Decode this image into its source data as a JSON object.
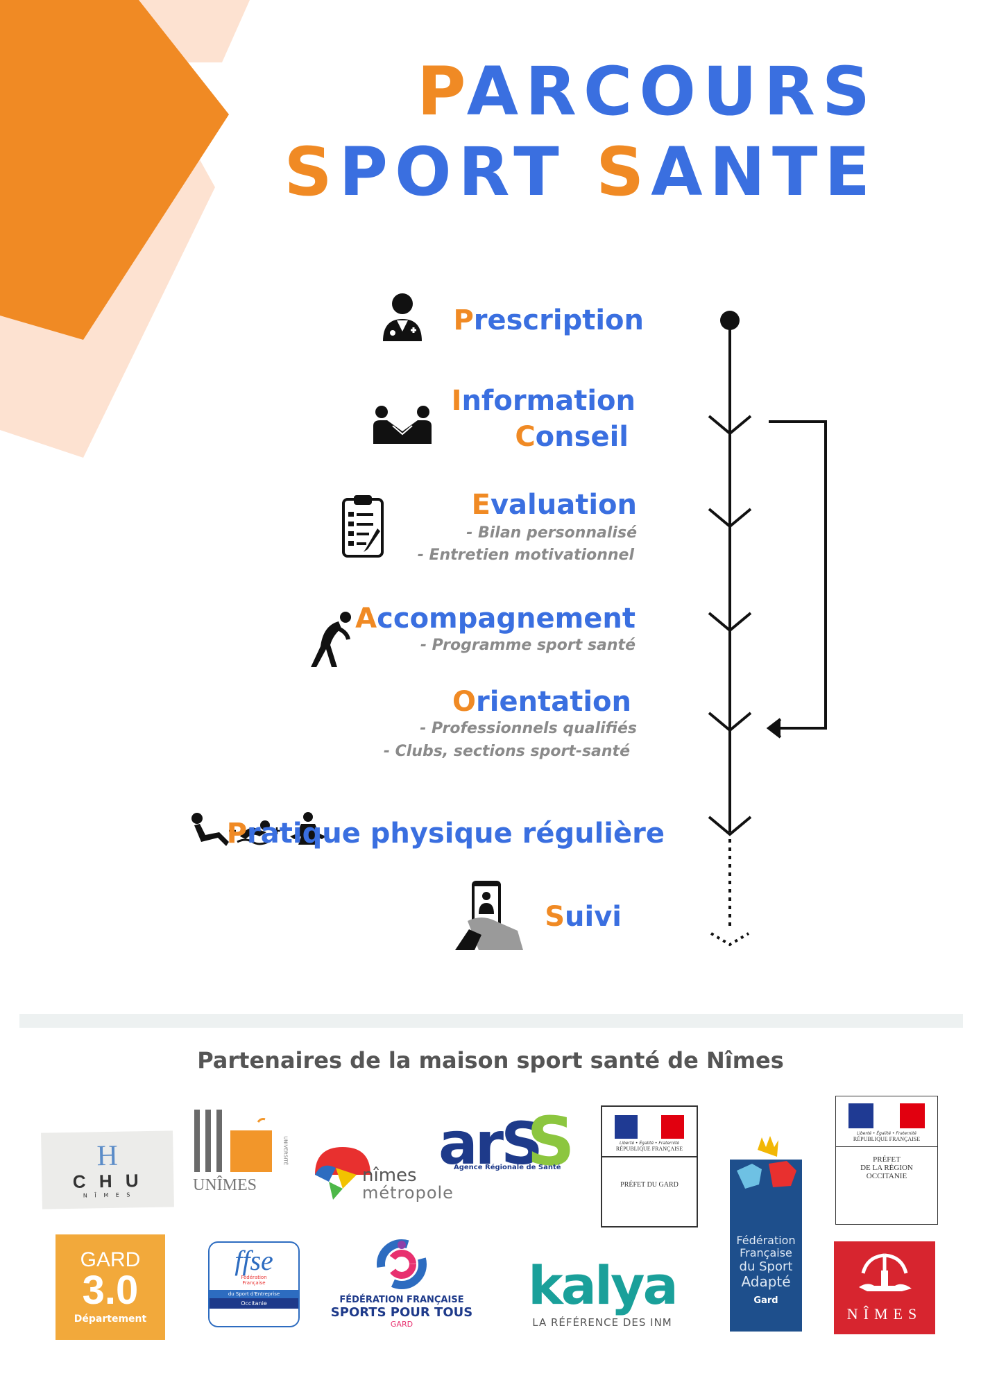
{
  "title": {
    "line1_first": "P",
    "line1_rest": "ARCOURS",
    "line2_first_a": "S",
    "line2_rest_a": "PORT ",
    "line2_first_b": "S",
    "line2_rest_b": "ANTE"
  },
  "steps": [
    {
      "first": "P",
      "rest": "rescription",
      "icon": "doctor-icon"
    },
    {
      "first": "I",
      "rest": "nformation",
      "first2": "C",
      "rest2": "onseil",
      "icon": "handshake-icon"
    },
    {
      "first": "E",
      "rest": "valuation",
      "subs": [
        "- Bilan personnalisé",
        "- Entretien motivationnel"
      ],
      "icon": "clipboard-icon"
    },
    {
      "first": "A",
      "rest": "ccompagnement",
      "subs": [
        "- Programme sport santé"
      ],
      "icon": "stretching-person-icon"
    },
    {
      "first": "O",
      "rest": "rientation",
      "subs": [
        "- Professionnels qualifiés",
        "- Clubs, sections sport-santé"
      ],
      "icon": "arrow-icon"
    },
    {
      "first": "P",
      "rest": "ratique physique régulière",
      "icon": "activities-icon"
    },
    {
      "first": "S",
      "rest": "uivi",
      "icon": "phone-in-hand-icon"
    }
  ],
  "partners_title": "Partenaires de la maison sport santé de Nîmes",
  "logos": {
    "chu": {
      "h": "H",
      "name": "C H U",
      "city": "N Î M E S"
    },
    "unimes": {
      "name": "UNÎMES",
      "side": "UNIVERSITÉ"
    },
    "nimes_metropole": {
      "line1": "nîmes",
      "line2": "métropole"
    },
    "ars": {
      "name": "arS",
      "sub": "Agence Régionale de Santé"
    },
    "prefet_gard": {
      "motto": "Liberté • Égalité • Fraternité",
      "rf": "RÉPUBLIQUE FRANÇAISE",
      "name": "PRÉFET DU GARD"
    },
    "prefet_occitanie": {
      "motto": "Liberté • Égalité • Fraternité",
      "rf": "RÉPUBLIQUE FRANÇAISE",
      "line1": "PRÉFET",
      "line2": "DE LA RÉGION",
      "line3": "OCCITANIE"
    },
    "gard": {
      "line1": "GARD",
      "line2": "3.0",
      "line3": "Département"
    },
    "ffse": {
      "name": "ffse",
      "sub1": "Fédération",
      "sub2": "Française",
      "sub3": "du Sport d'Entreprise",
      "region": "Occitanie"
    },
    "ffspt": {
      "line1": "FÉDÉRATION FRANÇAISE",
      "line2": "SPORTS POUR TOUS",
      "line3": "GARD"
    },
    "kalya": {
      "name": "kalya",
      "sub": "LA RÉFÉRENCE DES INM"
    },
    "ffsa": {
      "line1": "Fédération",
      "line2": "Française",
      "line3": "du Sport",
      "line4": "Adapté",
      "line5": "Gard"
    },
    "nimes": {
      "name": "NÎMES"
    }
  },
  "colors": {
    "orange": "#f08a24",
    "blue": "#3a6fe0",
    "peach": "#fde2d1",
    "grey": "#8a8a8a"
  }
}
